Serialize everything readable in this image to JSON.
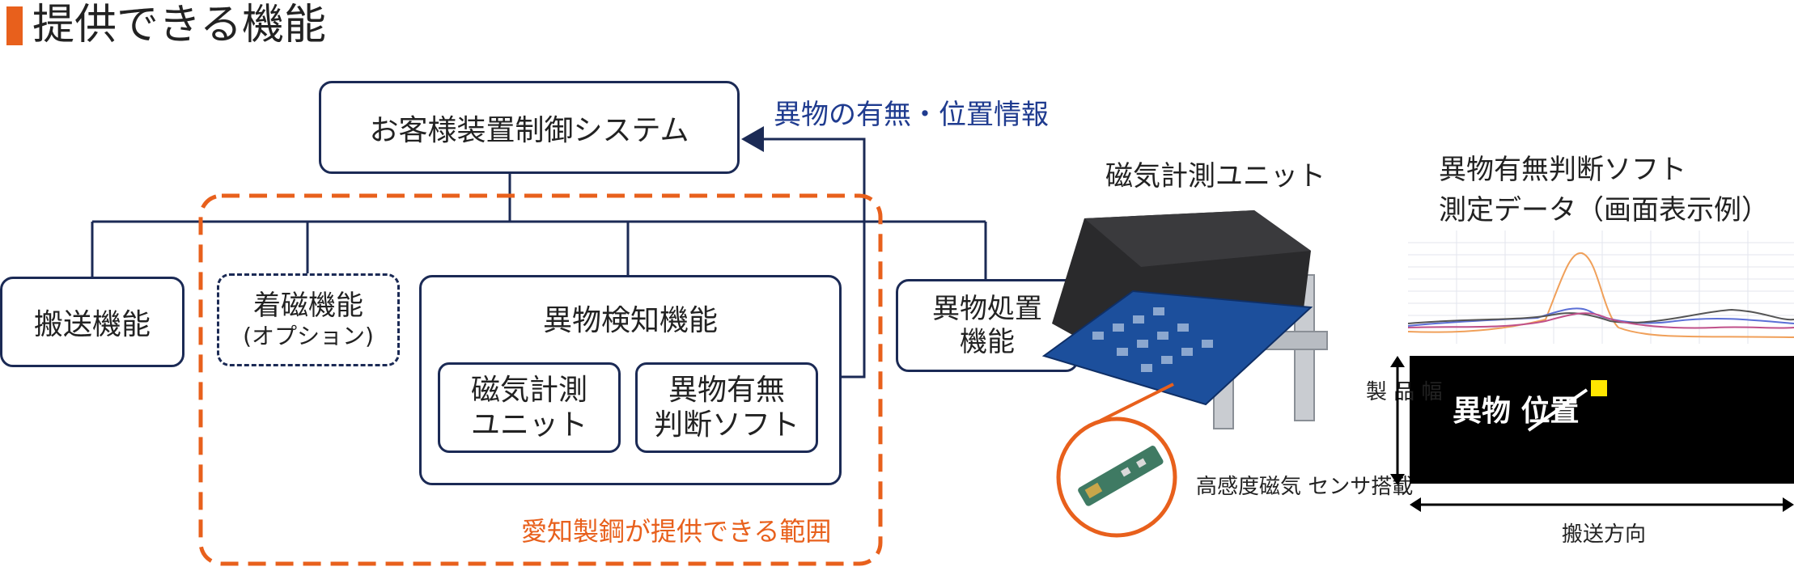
{
  "page": {
    "title": "提供できる機能"
  },
  "diagram": {
    "control_system": "お客様装置制御システム",
    "signal_label": "異物の有無・位置情報",
    "transport": "搬送機能",
    "magnetize": "着磁機能",
    "magnetize_option": "(オプション)",
    "detection": "異物検知機能",
    "measure_unit": "磁気計測\nユニット",
    "judge_software": "異物有無\n判断ソフト",
    "disposal": "異物処置\n機能",
    "scope_label": "愛知製鋼が提供できる範囲"
  },
  "photo": {
    "caption": "磁気計測ユニット",
    "sensor_caption": "高感度磁気\nセンサ搭載"
  },
  "display": {
    "title_line1": "異物有無判断ソフト",
    "title_line2": "測定データ（画面表示例）",
    "position_label": "異物\n位置",
    "width_label": "製\n品\n幅",
    "direction_label": "搬送方向"
  },
  "colors": {
    "navy": "#1b2a55",
    "orange": "#e8601c",
    "signal_blue": "#1f3b8f",
    "marker_yellow": "#ffe600"
  }
}
